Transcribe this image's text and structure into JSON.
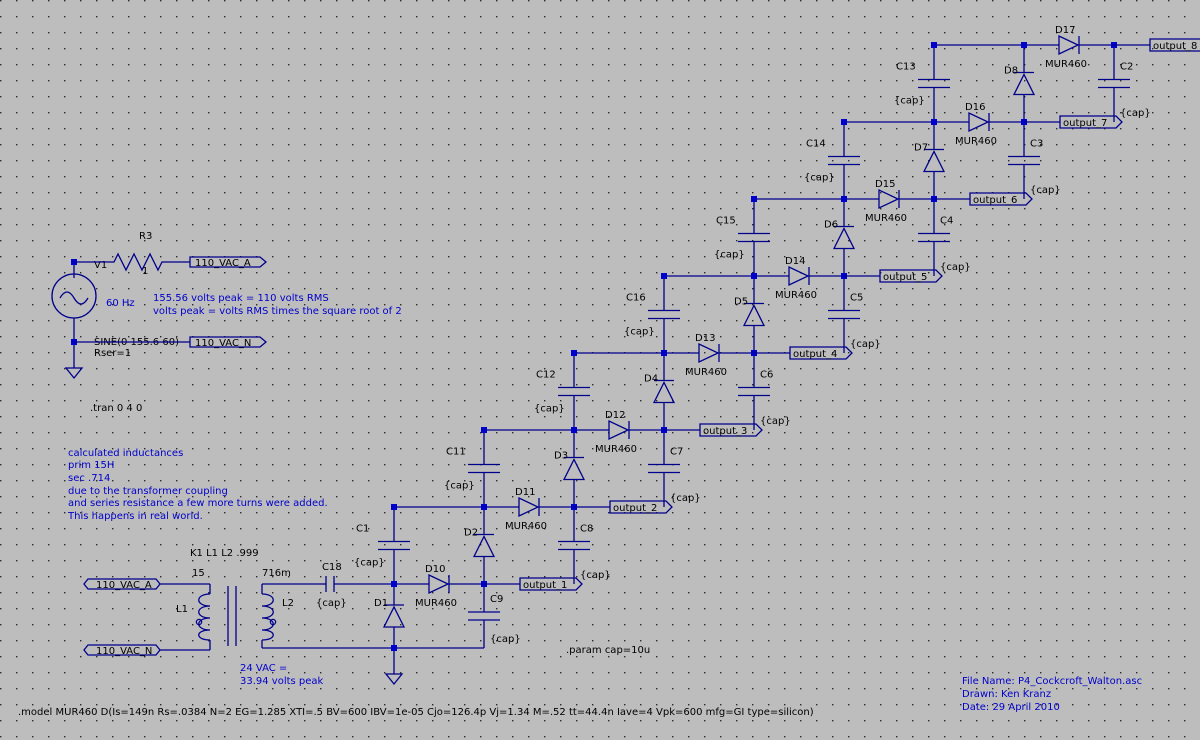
{
  "sources": {
    "v1": {
      "name": "V1",
      "freq": "60 Hz",
      "spec": "SINE(0 155.6 60)",
      "rser": "Rser=1"
    },
    "r3": {
      "name": "R3",
      "value": "1"
    }
  },
  "notes": {
    "peak1": "155.56 volts peak = 110 volts RMS",
    "peak2": "volts peak = volts RMS times the square root of 2",
    "tran": ".tran 0 4 0",
    "induct": [
      "calculated inductances",
      "prim 15H",
      "sec  .714",
      "due to the transformer coupling",
      "and series resistance a few more turns were added.",
      "This happens in real world."
    ],
    "coupling": "K1 L1 L2 .999",
    "l1_val": "15",
    "l2_val": "716m",
    "vac1": "24 VAC =",
    "vac2": "33.94 volts peak",
    "param": ".param cap=10u",
    "model": ".model MUR460 D(Is=149n Rs=.0384 N=2 EG=1.285 XTI=.5 BV=600 IBV=1e-05 Cjo=126.4p Vj=1.34 M=.52 tt=44.4n Iave=4 Vpk=600 mfg=GI type=silicon)",
    "file": "File Name:  P4_Cockcroft_Walton.asc",
    "drawn": "Drawn: Ken Kranz",
    "date": "Date: 29 April 2010"
  },
  "nets": {
    "vac_a": "110_VAC_A",
    "vac_n": "110_VAC_N"
  },
  "transformer": {
    "l1": "L1",
    "l2": "L2"
  },
  "c18": {
    "name": "C18",
    "value": "{cap}"
  },
  "outputs": [
    "output_1",
    "output_2",
    "output_3",
    "output_4",
    "output_5",
    "output_6",
    "output_7",
    "output_8"
  ],
  "even_caps": [
    {
      "name": "C9",
      "value": "{cap}"
    },
    {
      "name": "C8",
      "value": "{cap}"
    },
    {
      "name": "C7",
      "value": "{cap}"
    },
    {
      "name": "C6",
      "value": "{cap}"
    },
    {
      "name": "C5",
      "value": "{cap}"
    },
    {
      "name": "C4",
      "value": "{cap}"
    },
    {
      "name": "C3",
      "value": "{cap}"
    },
    {
      "name": "C2",
      "value": "{cap}"
    }
  ],
  "odd_caps": [
    {
      "name": "C1",
      "value": "{cap}"
    },
    {
      "name": "C11",
      "value": "{cap}"
    },
    {
      "name": "C12",
      "value": "{cap}"
    },
    {
      "name": "C16",
      "value": "{cap}"
    },
    {
      "name": "C15",
      "value": "{cap}"
    },
    {
      "name": "C14",
      "value": "{cap}"
    },
    {
      "name": "C13",
      "value": "{cap}"
    }
  ],
  "vert_diodes": [
    {
      "name": "D1",
      "model": "MUR460"
    },
    {
      "name": "D2",
      "model": "MUR460"
    },
    {
      "name": "D3",
      "model": "MUR460"
    },
    {
      "name": "D4",
      "model": "MUR460"
    },
    {
      "name": "D5",
      "model": "MUR460"
    },
    {
      "name": "D6",
      "model": "MUR460"
    },
    {
      "name": "D7",
      "model": "MUR460"
    },
    {
      "name": "D8",
      "model": "MUR460"
    }
  ],
  "horiz_diodes": [
    {
      "name": "D10",
      "model": "MUR460"
    },
    {
      "name": "D11",
      "model": "MUR460"
    },
    {
      "name": "D12",
      "model": "MUR460"
    },
    {
      "name": "D13",
      "model": "MUR460"
    },
    {
      "name": "D14",
      "model": "MUR460"
    },
    {
      "name": "D15",
      "model": "MUR460"
    },
    {
      "name": "D16",
      "model": "MUR460"
    },
    {
      "name": "D17",
      "model": "MUR460"
    }
  ]
}
